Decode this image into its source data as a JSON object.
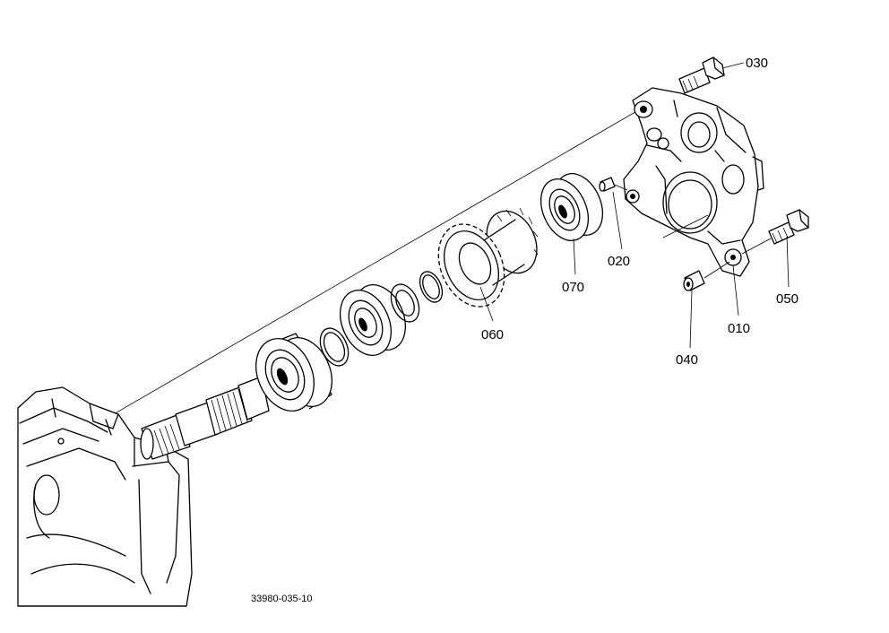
{
  "drawing_code": "33980-035-10",
  "parts": [
    {
      "id": "p010",
      "label": "010"
    },
    {
      "id": "p020",
      "label": "020"
    },
    {
      "id": "p030",
      "label": "030"
    },
    {
      "id": "p040",
      "label": "040"
    },
    {
      "id": "p050",
      "label": "050"
    },
    {
      "id": "p060",
      "label": "060"
    },
    {
      "id": "p070",
      "label": "070"
    }
  ]
}
